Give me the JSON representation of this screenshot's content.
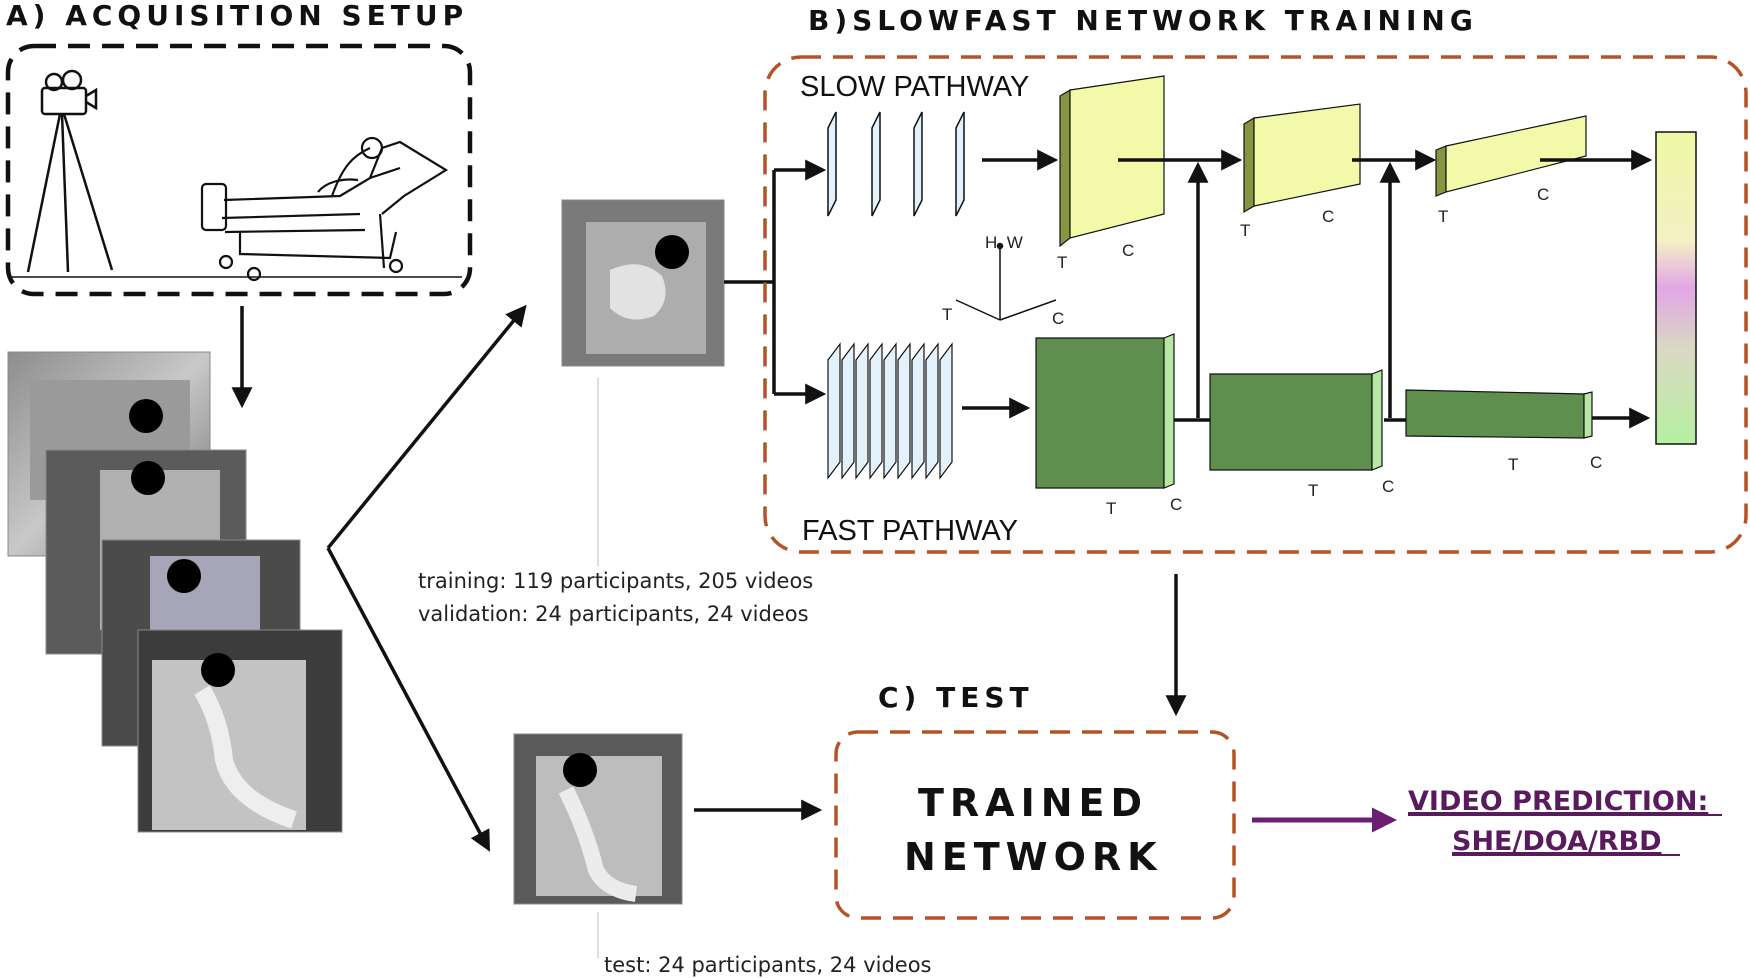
{
  "sections": {
    "acquisition_title": "A) ACQUISITION SETUP",
    "training_title": "B)SLOWFAST NETWORK TRAINING",
    "test_title": "C) TEST"
  },
  "network": {
    "slow_label": "SLOW PATHWAY",
    "fast_label": "FAST PATHWAY",
    "axes": {
      "hw": "H, W",
      "t": "T",
      "c": "C"
    }
  },
  "splits": {
    "training": "training: 119 participants, 205 videos",
    "validation": "validation: 24 participants, 24 videos",
    "test": "test: 24 participants, 24 videos"
  },
  "trained": {
    "line1": "TRAINED",
    "line2": "NETWORK"
  },
  "prediction": {
    "line1": "VIDEO PREDICTION:",
    "line2": "SHE/DOA/RBD"
  },
  "colors": {
    "slow_block": "#f2f9a8",
    "fast_block": "#5f8f4e",
    "dash_red": "#b45327",
    "prediction": "#5a1a5e"
  }
}
